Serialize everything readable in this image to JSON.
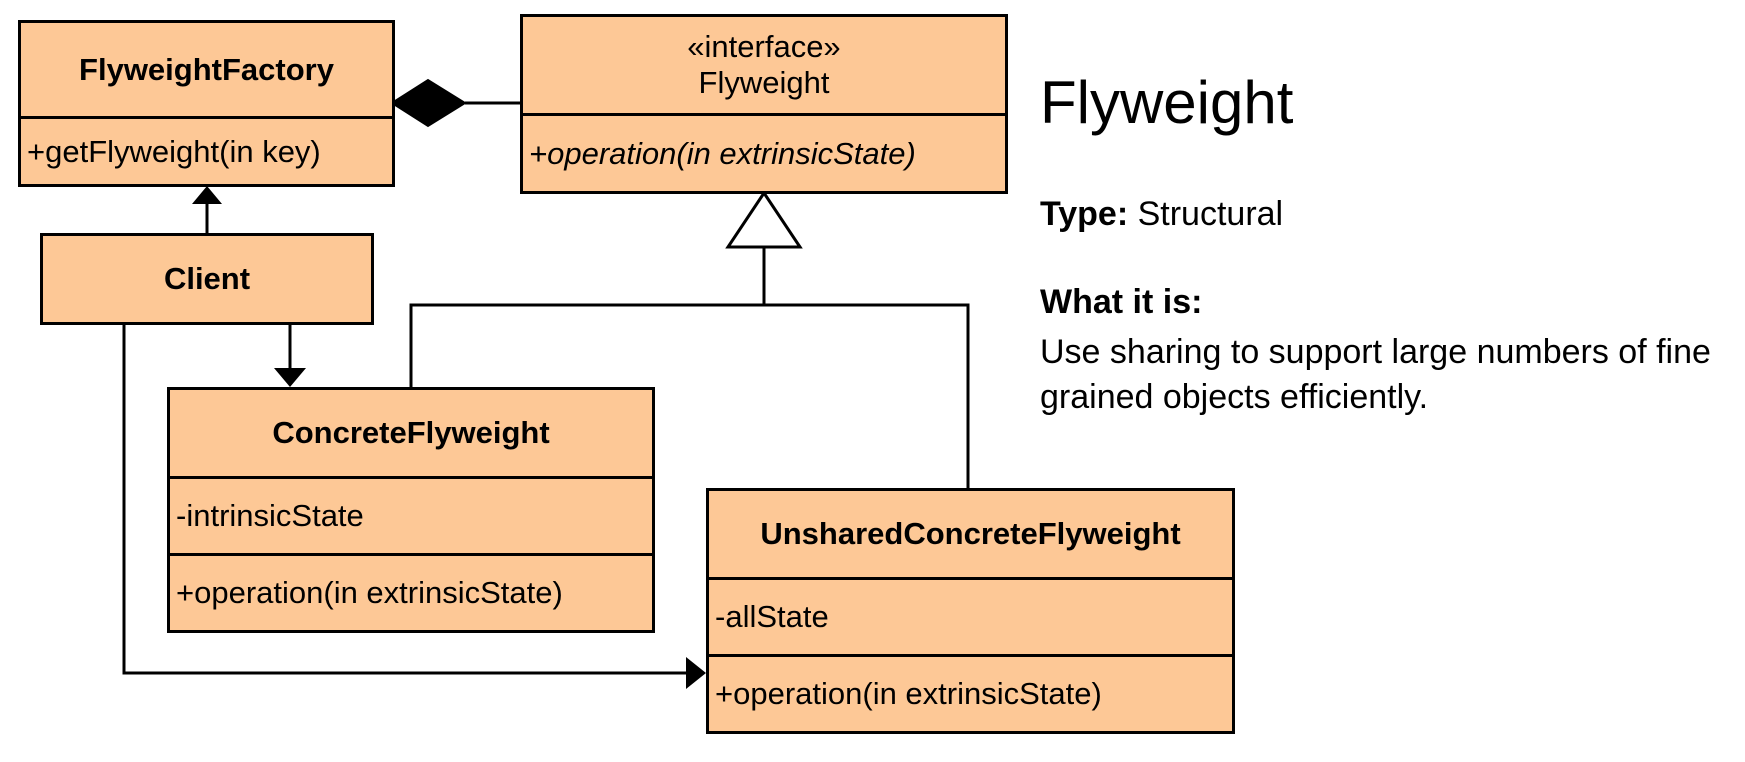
{
  "diagram": {
    "classes": {
      "flyweight_factory": {
        "name": "FlyweightFactory",
        "operation": "+getFlyweight(in key)"
      },
      "flyweight": {
        "stereotype": "«interface»",
        "name": "Flyweight",
        "operation": "+operation(in extrinsicState)"
      },
      "client": {
        "name": "Client"
      },
      "concrete_flyweight": {
        "name": "ConcreteFlyweight",
        "attribute": "-intrinsicState",
        "operation": "+operation(in extrinsicState)"
      },
      "unshared_concrete_flyweight": {
        "name": "UnsharedConcreteFlyweight",
        "attribute": "-allState",
        "operation": "+operation(in extrinsicState)"
      }
    }
  },
  "info": {
    "title": "Flyweight",
    "type_label": "Type:",
    "type_value": "Structural",
    "what_heading": "What it is:",
    "description": "Use sharing to support large numbers of fine grained objects efficiently."
  },
  "colors": {
    "class_fill": "#fdc896",
    "line": "#000000"
  }
}
